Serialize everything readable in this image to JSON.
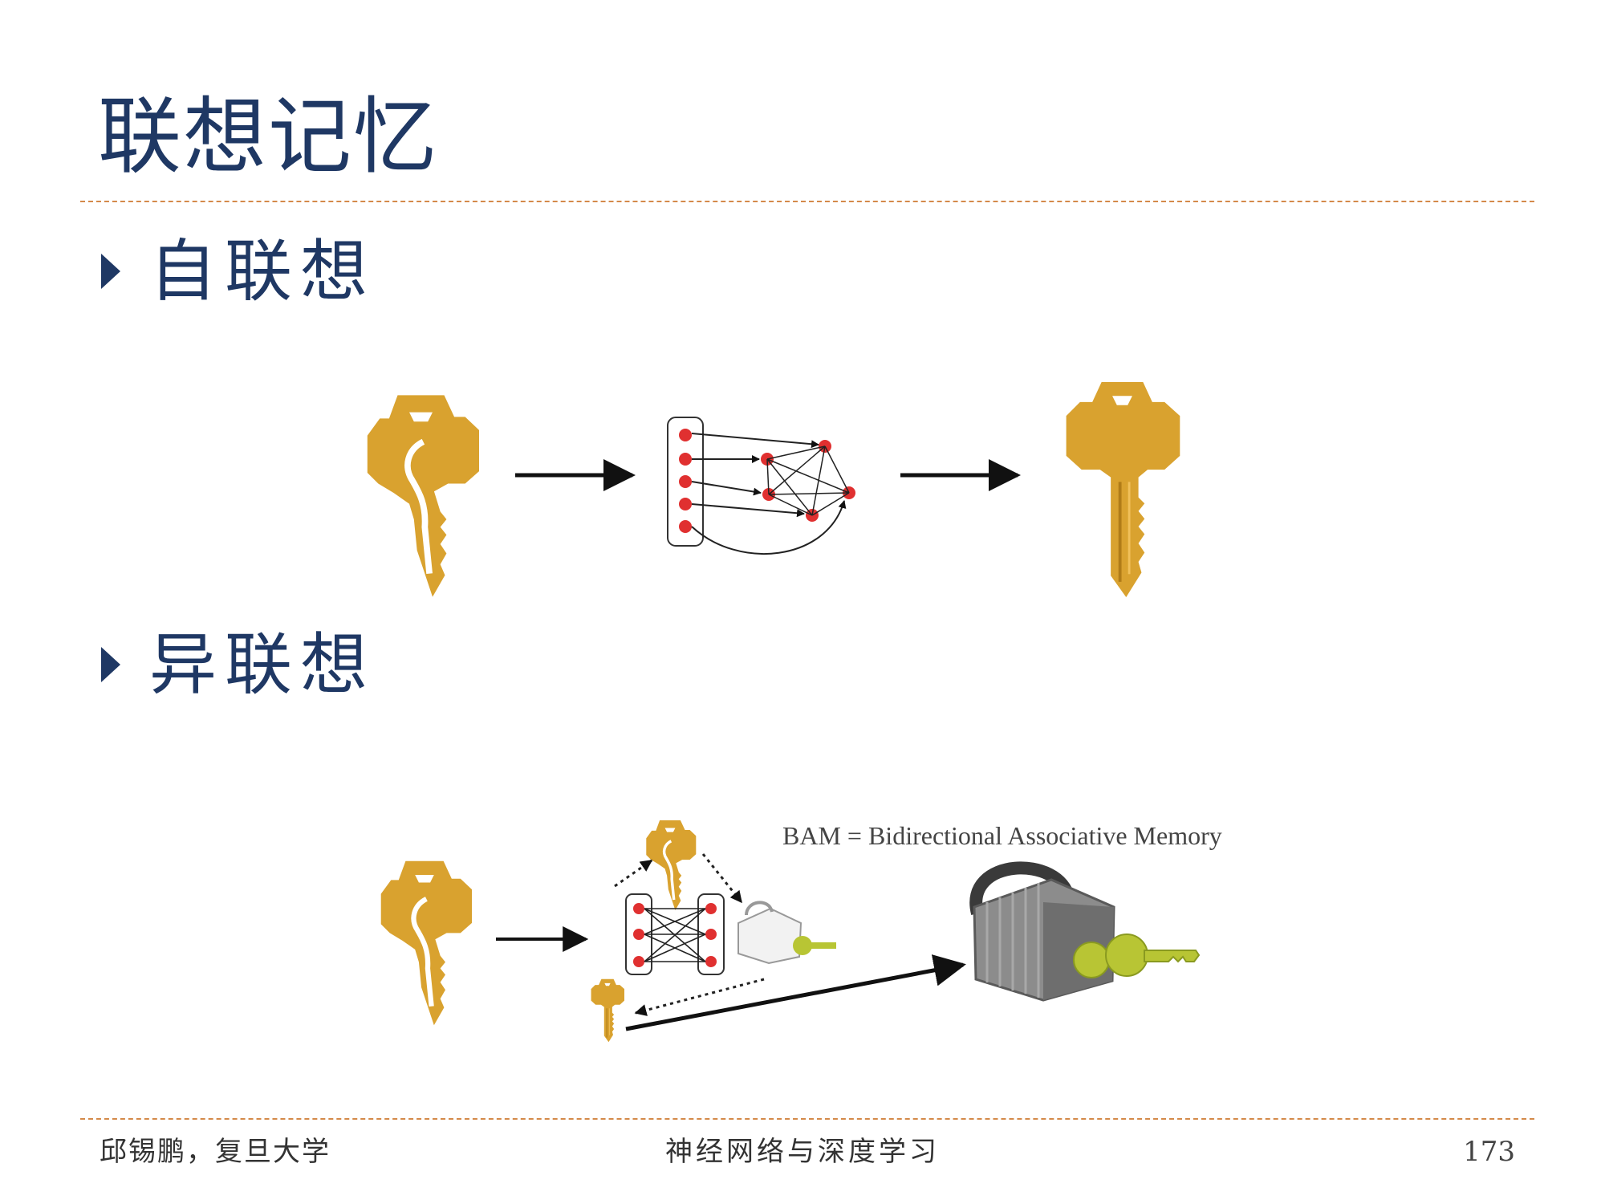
{
  "slide": {
    "title": "联想记忆",
    "bullets": [
      {
        "label": "自联想"
      },
      {
        "label": "异联想"
      }
    ],
    "bam_label": "BAM = Bidirectional Associative Memory",
    "footer": {
      "author": "邱锡鹏，复旦大学",
      "course": "神经网络与深度学习",
      "page": "173"
    },
    "colors": {
      "title": "#1f3864",
      "rule": "#d48a4a",
      "key_gold": "#d9a22f",
      "key_green": "#b8c534",
      "neuron_red": "#e03030",
      "lock_gray": "#8c8c8c"
    }
  }
}
